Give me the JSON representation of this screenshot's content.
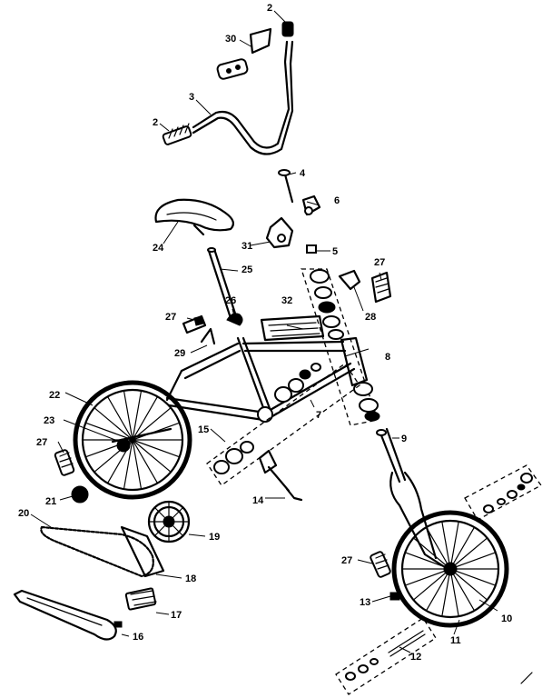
{
  "diagram": {
    "callouts": [
      {
        "id": "c-2a",
        "text": "2"
      },
      {
        "id": "c-30",
        "text": "30"
      },
      {
        "id": "c-3",
        "text": "3"
      },
      {
        "id": "c-2b",
        "text": "2"
      },
      {
        "id": "c-4",
        "text": "4"
      },
      {
        "id": "c-6",
        "text": "6"
      },
      {
        "id": "c-24",
        "text": "24"
      },
      {
        "id": "c-31",
        "text": "31"
      },
      {
        "id": "c-5",
        "text": "5"
      },
      {
        "id": "c-27a",
        "text": "27"
      },
      {
        "id": "c-25",
        "text": "25"
      },
      {
        "id": "c-28",
        "text": "28"
      },
      {
        "id": "c-26",
        "text": "26"
      },
      {
        "id": "c-32",
        "text": "32"
      },
      {
        "id": "c-27b",
        "text": "27"
      },
      {
        "id": "c-29",
        "text": "29"
      },
      {
        "id": "c-8",
        "text": "8"
      },
      {
        "id": "c-22",
        "text": "22"
      },
      {
        "id": "c-7",
        "text": "7"
      },
      {
        "id": "c-23",
        "text": "23"
      },
      {
        "id": "c-15",
        "text": "15"
      },
      {
        "id": "c-9",
        "text": "9"
      },
      {
        "id": "c-27c",
        "text": "27"
      },
      {
        "id": "c-21",
        "text": "21"
      },
      {
        "id": "c-14",
        "text": "14"
      },
      {
        "id": "c-20",
        "text": "20"
      },
      {
        "id": "c-19",
        "text": "19"
      },
      {
        "id": "c-18",
        "text": "18"
      },
      {
        "id": "c-27d",
        "text": "27"
      },
      {
        "id": "c-17",
        "text": "17"
      },
      {
        "id": "c-13",
        "text": "13"
      },
      {
        "id": "c-10",
        "text": "10"
      },
      {
        "id": "c-16",
        "text": "16"
      },
      {
        "id": "c-11",
        "text": "11"
      },
      {
        "id": "c-12",
        "text": "12"
      }
    ]
  }
}
